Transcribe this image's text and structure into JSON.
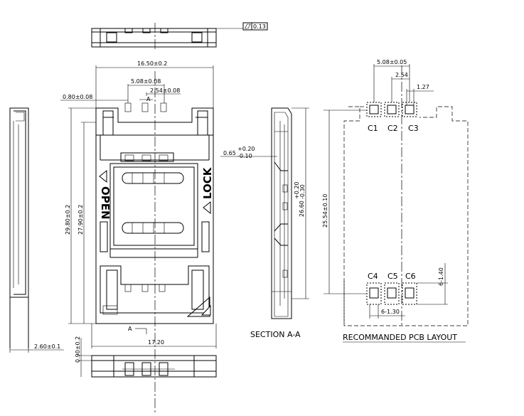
{
  "flatness_tolerance": "0.13",
  "top_view": {
    "width_dim": "16.50±0.2",
    "pitch_dim": "5.08±0.08",
    "pin_pitch_dim": "2.54±0.08",
    "pin_width_dim": "0.80±0.08",
    "height_dim_outer": "29.80±0.2",
    "height_dim_inner": "27.90±0.2",
    "open_text": "OPEN",
    "lock_text": "LOCK",
    "section_mark_top": "A",
    "section_mark_bottom": "A",
    "bottom_width_dim": "17.20",
    "bottom_height_dim": "0.90±0.2"
  },
  "side_view": {
    "thickness_dim": "2.60±0.1"
  },
  "section_view": {
    "title": "SECTION A-A",
    "offset_dim_main": "0.65",
    "offset_dim_plus": "+0.20",
    "offset_dim_minus": "-0.10",
    "length_dim_main": "26.60",
    "length_dim_plus": "+0.20",
    "length_dim_minus": "-0.30"
  },
  "pcb_layout": {
    "title": "RECOMMANDED PCB LAYOUT",
    "pitch_dim": "5.08±0.05",
    "pin_pitch_dim": "2.54",
    "pad_width_dim": "1.27",
    "height_dim": "25.54±0.10",
    "pad_height_dim": "6-1.40",
    "pad_width_bottom_dim": "6-1.30",
    "pads_top": [
      "C1",
      "C2",
      "C3"
    ],
    "pads_bottom": [
      "C4",
      "C5",
      "C6"
    ]
  }
}
